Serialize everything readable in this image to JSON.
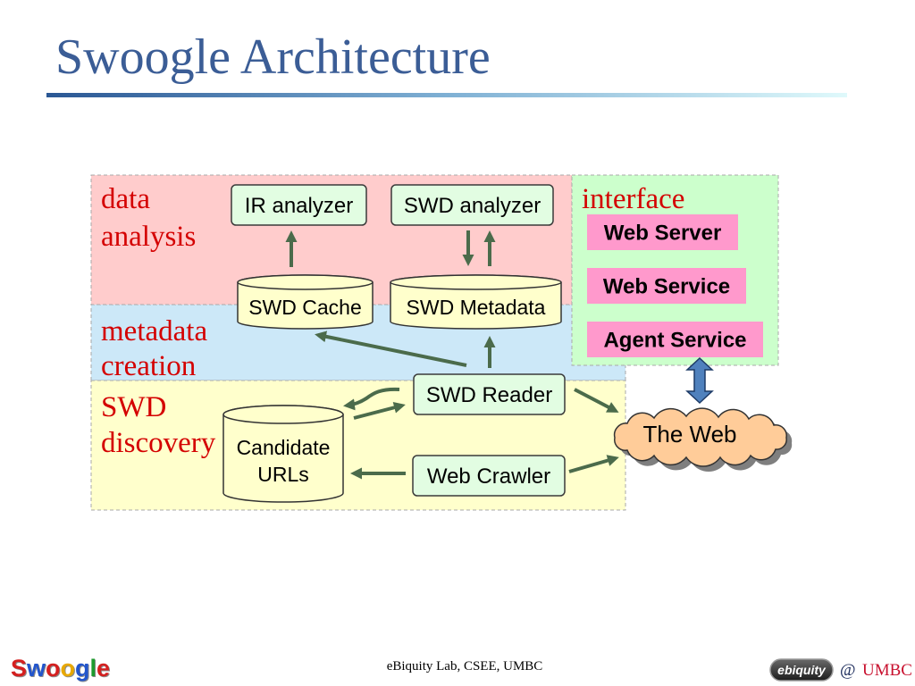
{
  "slide": {
    "title": "Swoogle Architecture",
    "footer": "eBiquity Lab, CSEE, UMBC"
  },
  "colors": {
    "title": "#3b5d96",
    "region_label": "#d40000",
    "arrow": "#4b6b4b",
    "component_fill": "#e2fde2",
    "store_fill": "#ffffcc",
    "service_fill": "#ff99cc",
    "web_fill": "#ffcc99",
    "double_arrow": "#4f81bd",
    "umbc": "#c8102e"
  },
  "regions": {
    "data_analysis": {
      "label": [
        "data",
        "analysis"
      ],
      "color": "#ffcccc"
    },
    "metadata_creation": {
      "label": [
        "metadata",
        "creation"
      ],
      "color": "#cce8f8"
    },
    "swd_discovery": {
      "label": [
        "SWD",
        "discovery"
      ],
      "color": "#ffffcc"
    },
    "interface": {
      "label": [
        "interface"
      ],
      "color": "#ccffcc"
    }
  },
  "components": {
    "ir_analyzer": "IR analyzer",
    "swd_analyzer": "SWD analyzer",
    "swd_cache": "SWD Cache",
    "swd_metadata": "SWD Metadata",
    "swd_reader": "SWD Reader",
    "web_crawler": "Web Crawler",
    "candidate_urls": [
      "Candidate",
      "URLs"
    ],
    "the_web": "The Web"
  },
  "services": {
    "web_server": "Web Server",
    "web_service": "Web Service",
    "agent_service": "Agent Service"
  },
  "logos": {
    "swoogle": {
      "text": "Swoogle",
      "letter_colors": [
        "#d42020",
        "#2255cc",
        "#d42020",
        "#e8a800",
        "#2255cc",
        "#1e9a2e",
        "#d42020"
      ]
    },
    "ebiquity": "ebiquity",
    "at": "@",
    "umbc": "UMBC"
  }
}
